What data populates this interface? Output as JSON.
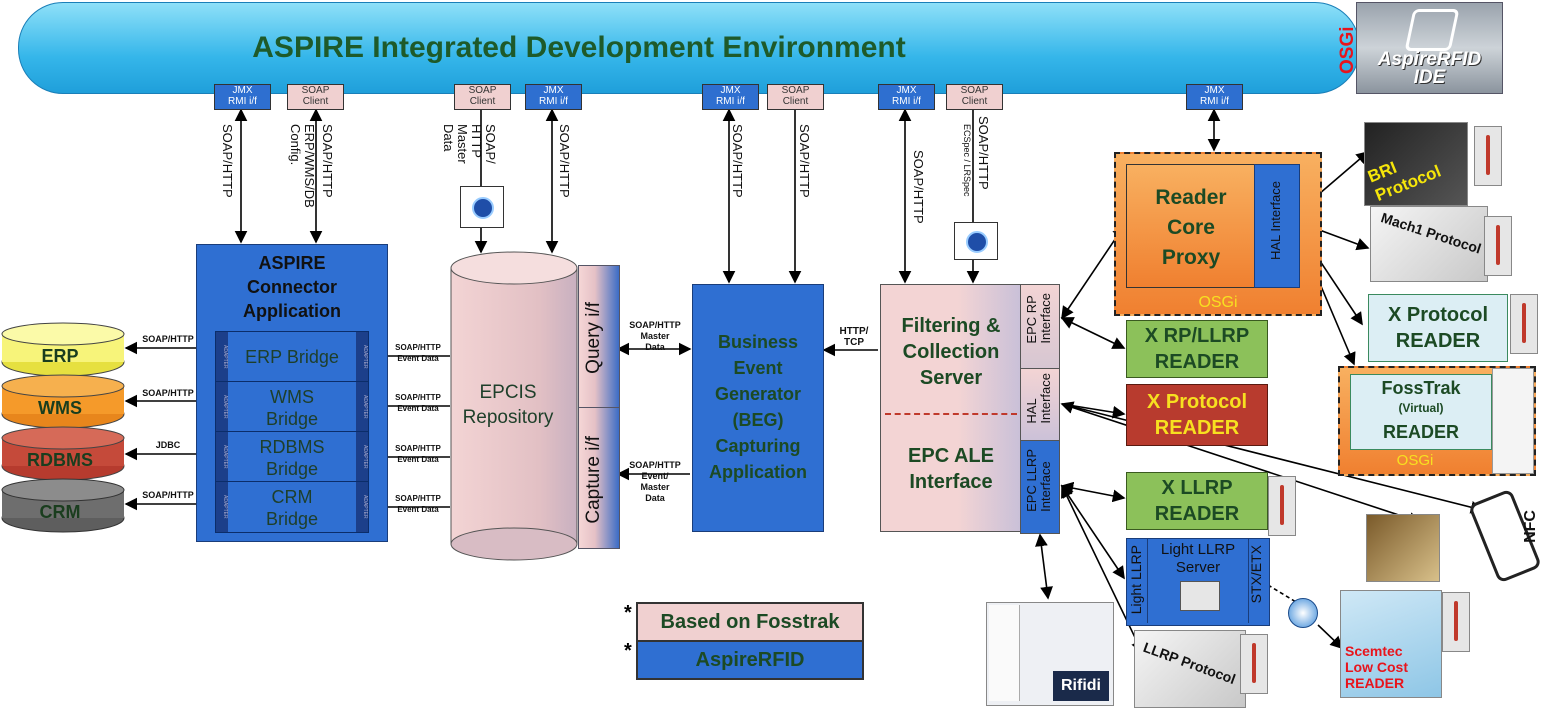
{
  "header": {
    "title": "ASPIRE Integrated Development Environment",
    "osgi_label": "OSGi",
    "logo_line1": "AspireRFID",
    "logo_line2": "IDE"
  },
  "ports": {
    "jmx": "JMX\nRMI i/f",
    "soap_client": "SOAP\nClient"
  },
  "links": {
    "soap_http": "SOAP/HTTP",
    "erp_wms_db_config": "ERP/WMS/DB\nConfig.",
    "soap_http_master_data": "SOAP/\nHTTP\nMaster\nData",
    "ecspec_lrspec": "ECSpec / LRSpec",
    "soap_http_event_data": "SOAP/HTTP\nEvent Data",
    "soap_http_master_data_h": "SOAP/HTTP\nMaster\nData",
    "soap_http_event_master": "SOAP/HTTP\nEvent/\nMaster\nData",
    "http_tcp": "HTTP/\nTCP",
    "jdbc": "JDBC"
  },
  "connector": {
    "title": "ASPIRE\nConnector\nApplication",
    "bridges": [
      "ERP Bridge",
      "WMS\nBridge",
      "RDBMS\nBridge",
      "CRM\nBridge"
    ],
    "adapter_label": "ADAPTER"
  },
  "databases": [
    "ERP",
    "WMS",
    "RDBMS",
    "CRM"
  ],
  "epcis": {
    "label": "EPCIS\nRepository",
    "query_if": "Query i/f",
    "capture_if": "Capture i/f"
  },
  "beg": {
    "label": "Business\nEvent\nGenerator\n(BEG)\nCapturing\nApplication"
  },
  "fc": {
    "top": "Filtering &\nCollection\nServer",
    "bottom": "EPC ALE\nInterface",
    "epc_rp": "EPC RP\nInterface",
    "hal": "HAL\nInterface",
    "epc_llrp": "EPC LLRP\nInterface"
  },
  "rcp": {
    "label": "Reader\nCore\nProxy",
    "hal": "HAL Interface",
    "osgi": "OSGi"
  },
  "readers": {
    "bri": "BRI Protocol",
    "mach1": "Mach1 Protocol",
    "x_protocol_cyan": "X Protocol\nREADER",
    "fosstrak": "FossTrak",
    "fosstrak_virtual": "(Virtual)",
    "fosstrak_reader": "READER",
    "fosstrak_osgi": "OSGi",
    "x_rp_llrp": "X RP/LLRP\nREADER",
    "x_protocol_red": "X Protocol\nREADER",
    "x_llrp": "X LLRP\nREADER",
    "light_llrp": "Light LLRP",
    "light_llrp_server": "Light LLRP\nServer",
    "stx_etx": "STX/ETX",
    "llrp_protocol": "LLRP Protocol",
    "scemtec": "Scemtec\nLow Cost\nREADER",
    "nfc": "NFC",
    "rifidi": "Rifidi"
  },
  "legend": {
    "star": "*",
    "fosstrak": "Based on Fosstrak",
    "aspire": "AspireRFID"
  },
  "colors": {
    "banner": "#35b6ea",
    "aspire_blue": "#2f6fd2",
    "fosstrak_pink": "#f0d0d0",
    "green": "#8cc15a",
    "red": "#b83b2e",
    "osgi_orange": "#f08030"
  }
}
